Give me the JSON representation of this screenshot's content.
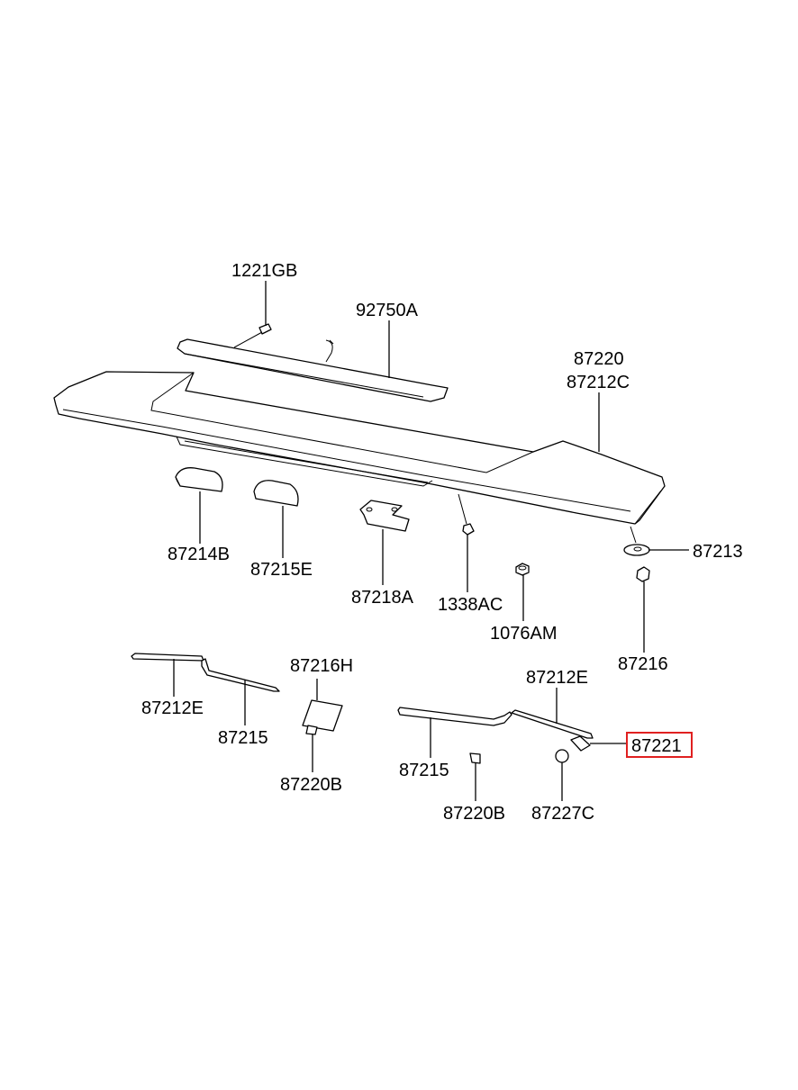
{
  "labels": {
    "p1221GB": "1221GB",
    "p92750A": "92750A",
    "p87220": "87220",
    "p87212C": "87212C",
    "p87214B": "87214B",
    "p87215E": "87215E",
    "p87218A": "87218A",
    "p1338AC": "1338AC",
    "p1076AM": "1076AM",
    "p87213": "87213",
    "p87216": "87216",
    "p87212E_left": "87212E",
    "p87215_left": "87215",
    "p87216H": "87216H",
    "p87220B_left": "87220B",
    "p87212E_right": "87212E",
    "p87215_right": "87215",
    "p87220B_right": "87220B",
    "p87227C": "87227C",
    "p87221": "87221"
  },
  "highlight": {
    "part": "87221",
    "color": "#e02020"
  }
}
